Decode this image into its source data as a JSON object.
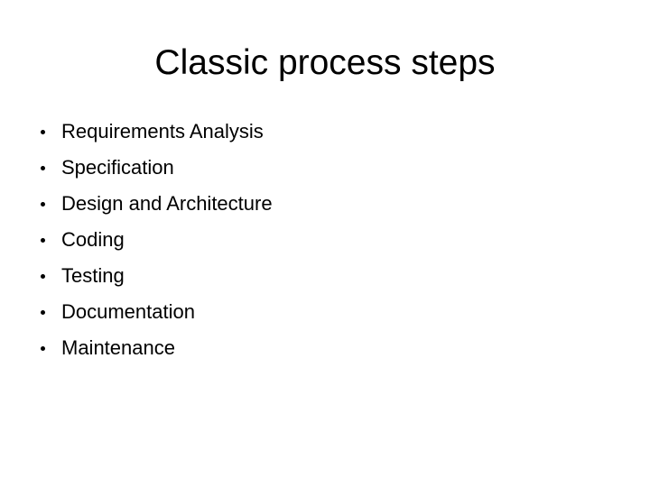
{
  "slide": {
    "title": "Classic process steps",
    "background_color": "#ffffff",
    "text_color": "#000000",
    "bullets": [
      {
        "label": "Requirements Analysis"
      },
      {
        "label": "Specification"
      },
      {
        "label": "Design and Architecture"
      },
      {
        "label": "Coding"
      },
      {
        "label": "Testing"
      },
      {
        "label": "Documentation"
      },
      {
        "label": "Maintenance"
      }
    ],
    "bullet_marker": "bullet-dot"
  }
}
